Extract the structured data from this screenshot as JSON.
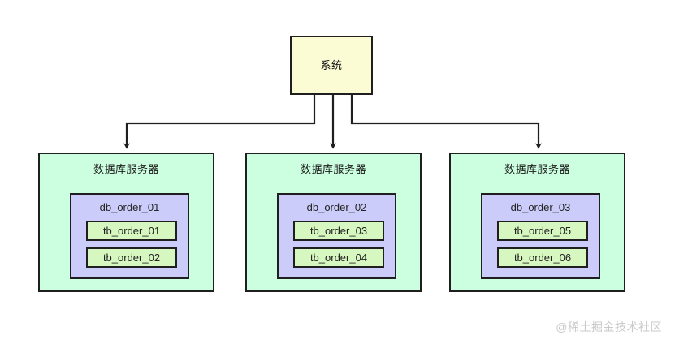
{
  "diagram": {
    "background": "#ffffff",
    "title_node": {
      "label": "系统",
      "fill": "#fbfbd4",
      "stroke": "#1f1f1f"
    },
    "colors": {
      "server_fill": "#ccffe0",
      "database_fill": "#ccccfa",
      "table_fill": "#d6f7bf",
      "stroke": "#1f1f1f",
      "watermark": "#c9c9c9"
    },
    "servers": [
      {
        "label": "数据库服务器",
        "database": {
          "label": "db_order_01",
          "tables": [
            {
              "label": "tb_order_01"
            },
            {
              "label": "tb_order_02"
            }
          ]
        }
      },
      {
        "label": "数据库服务器",
        "database": {
          "label": "db_order_02",
          "tables": [
            {
              "label": "tb_order_03"
            },
            {
              "label": "tb_order_04"
            }
          ]
        }
      },
      {
        "label": "数据库服务器",
        "database": {
          "label": "db_order_03",
          "tables": [
            {
              "label": "tb_order_05"
            },
            {
              "label": "tb_order_06"
            }
          ]
        }
      }
    ],
    "connectors": [
      {
        "name": "system-to-server-1",
        "from": "系统",
        "to": "数据库服务器 (db_order_01)"
      },
      {
        "name": "system-to-server-2",
        "from": "系统",
        "to": "数据库服务器 (db_order_02)"
      },
      {
        "name": "system-to-server-3",
        "from": "系统",
        "to": "数据库服务器 (db_order_03)"
      }
    ],
    "watermark": "@稀土掘金技术社区"
  }
}
